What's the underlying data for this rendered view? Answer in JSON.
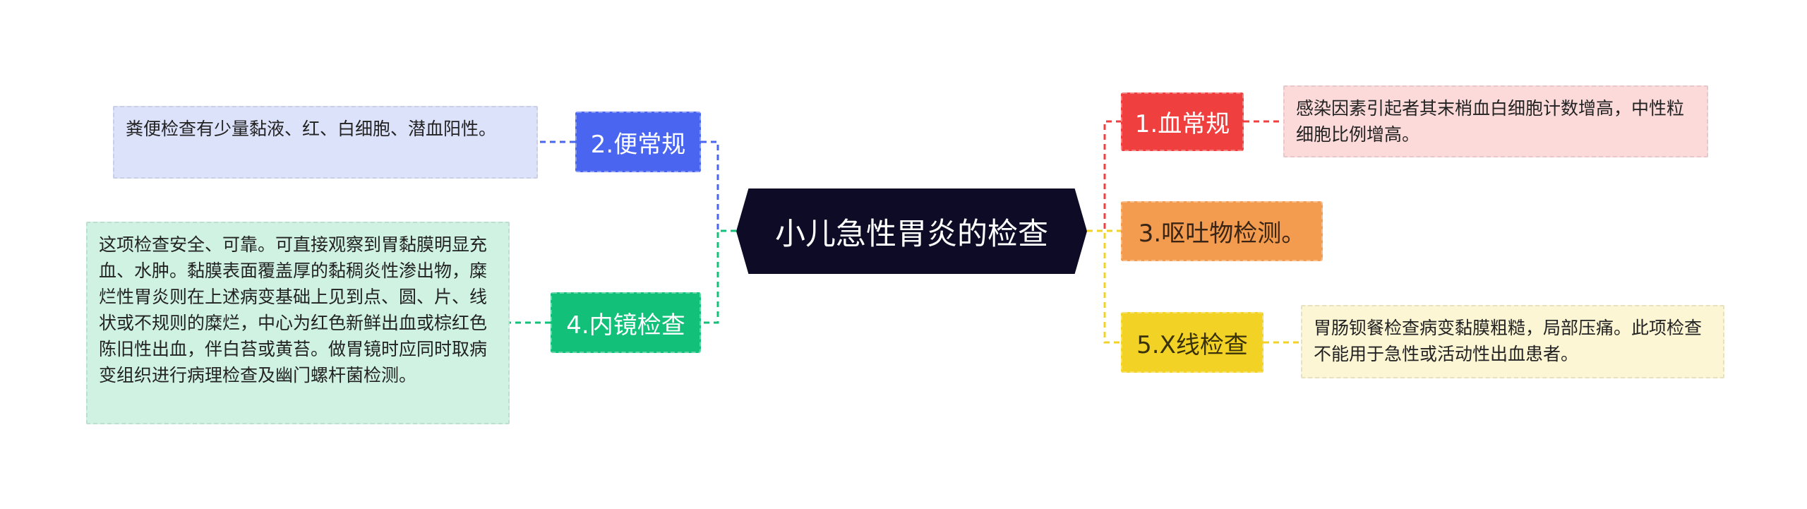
{
  "center": {
    "label": "小儿急性胃炎的检查"
  },
  "branches": [
    {
      "key": "b1",
      "label": "1.血常规",
      "color": "#f03f3f",
      "leaf": {
        "text": "感染因素引起者其末梢血白细胞计数增高，中性粒细胞比例增高。",
        "bg": "#fcdada"
      }
    },
    {
      "key": "b2",
      "label": "2.便常规",
      "color": "#4a66f0",
      "leaf": {
        "text": "粪便检查有少量黏液、红、白细胞、潜血阳性。",
        "bg": "#dde2fb"
      }
    },
    {
      "key": "b3",
      "label": "3.呕吐物检测。",
      "color": "#f39b4e"
    },
    {
      "key": "b4",
      "label": "4.内镜检查",
      "color": "#12c079",
      "leaf": {
        "text": "这项检查安全、可靠。可直接观察到胃黏膜明显充血、水肿。黏膜表面覆盖厚的黏稠炎性渗出物，糜烂性胃炎则在上述病变基础上见到点、圆、片、线状或不规则的糜烂，中心为红色新鲜出血或棕红色陈旧性出血，伴白苔或黄苔。做胃镜时应同时取病变组织进行病理检查及幽门螺杆菌检测。",
        "bg": "#cff2e3"
      }
    },
    {
      "key": "b5",
      "label": "5.X线检查",
      "color": "#f2d325",
      "leaf": {
        "text": "胃肠钡餐检查病变黏膜粗糙，局部压痛。此项检查不能用于急性或活动性出血患者。",
        "bg": "#fcf6d5"
      }
    }
  ]
}
